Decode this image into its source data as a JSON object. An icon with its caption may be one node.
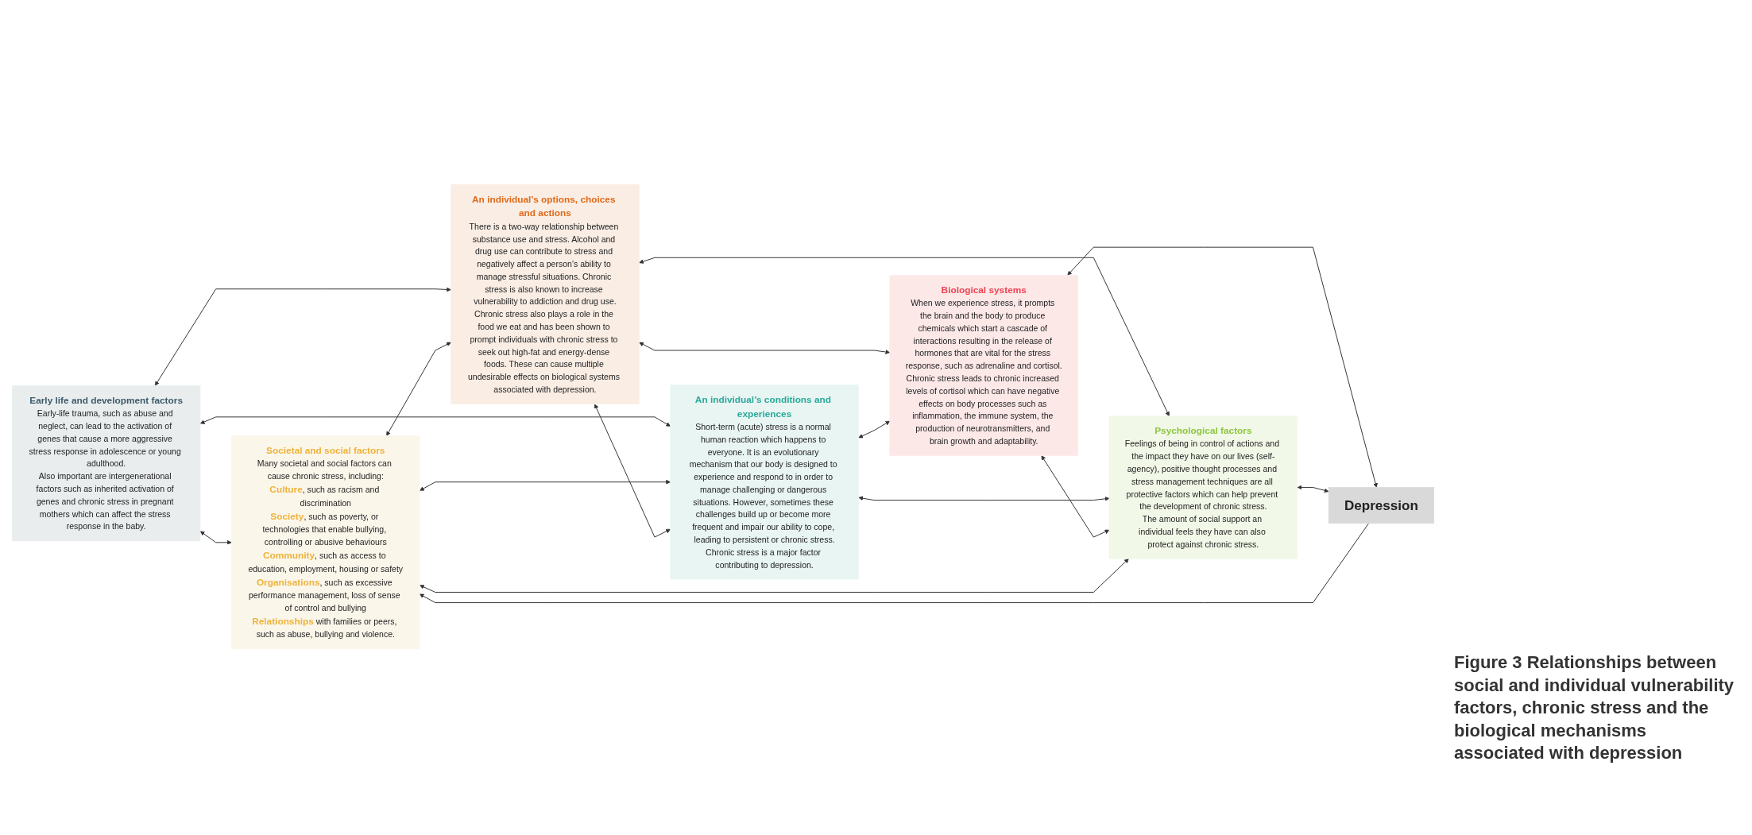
{
  "diagram": {
    "caption": "Figure 3 Relationships between social and individual vulnerability factors, chronic stress and the biological mechanisms associated with depression",
    "nodes": [
      {
        "text": [
          "Early life and development factors",
          "Early-life trauma, such as abuse and neglect, can lead to the activation of genes that cause a more aggressive stress response in adolescence or young adulthood.",
          "Also important are intergenerational factors such as inherited activation of genes and chronic stress in pregnant mothers which can affect the stress response in the baby."
        ]
      },
      {
        "text": [
          "An individual’s options, choices and actions",
          "There is a two-way relationship between substance use and stress. Alcohol and drug use can contribute to stress and negatively affect a person’s ability to manage stressful situations. Chronic stress is also known to increase vulnerability to addiction and drug use.",
          "Chronic stress also plays a role in the food we eat and has been shown to prompt individuals with chronic stress to seek out high-fat and energy-dense foods. These can cause multiple undesirable effects on biological systems associated with depression."
        ]
      },
      {
        "text": [
          "Biological systems",
          "When we experience stress, it prompts the brain and the body to produce chemicals which start a cascade of interactions resulting in the release of hormones that are vital for the stress response, such as adrenaline and cortisol.",
          "Chronic stress leads to chronic increased levels of cortisol which can have negative effects on body processes such as inflammation, the immune system, the production of neurotransmitters, and brain growth and adaptability."
        ]
      },
      {
        "text": [
          "Depression"
        ]
      },
      {
        "text": [
          "Societal and social factors",
          "Many societal and social factors can cause chronic stress, including:",
          "**Culture**, such as racism and discrimination",
          "**Society**, such as poverty, or technologies that enable bullying, controlling or abusive behaviours",
          "**Community**, such as access to education, employment, housing or safety",
          "**Organisations**, such as excessive performance management, loss of sense of control and bullying",
          "**Relationships** with families or peers, such as abuse, bullying and violence."
        ]
      },
      {
        "text": [
          "An individual’s conditions and experiences",
          "Short-term (acute) stress is a normal human reaction which happens to everyone. It is an evolutionary mechanism that our body is designed to experience and respond to in order to manage challenging or dangerous situations. However, sometimes these challenges build up or become more frequent and impair our ability to cope, leading to persistent or chronic stress.",
          "Chronic stress is a major factor contributing to depression."
        ]
      },
      {
        "text": [
          "Psychological factors",
          "Feelings of being in control of actions and the impact they have on our lives (self-agency), positive thought processes and stress management techniques are all protective factors which can help prevent the development of chronic stress.",
          "The amount of social support an individual feels they have can also protect against chronic stress."
        ]
      }
    ],
    "edges": [
      {
        "from": 3,
        "to": 4,
        "arrow": "to"
      },
      {
        "from": 0,
        "to": 4,
        "arrow": "both"
      },
      {
        "from": 0,
        "to": 5,
        "arrow": "both"
      },
      {
        "from": 0,
        "to": 1,
        "arrow": "both"
      },
      {
        "from": 4,
        "to": 1,
        "arrow": "both"
      },
      {
        "from": 4,
        "to": 5,
        "arrow": "both"
      },
      {
        "from": 1,
        "to": 5,
        "arrow": "both"
      },
      {
        "from": 1,
        "to": 2,
        "arrow": "both"
      },
      {
        "from": 1,
        "to": 6,
        "arrow": "both"
      },
      {
        "from": 5,
        "to": 2,
        "arrow": "both"
      },
      {
        "from": 5,
        "to": 6,
        "arrow": "both"
      },
      {
        "from": 2,
        "to": 3,
        "arrow": "both"
      },
      {
        "from": 2,
        "to": 6,
        "arrow": "both"
      },
      {
        "from": 6,
        "to": 3,
        "arrow": "both"
      },
      {
        "from": 4,
        "to": 6,
        "arrow": "both"
      }
    ]
  }
}
